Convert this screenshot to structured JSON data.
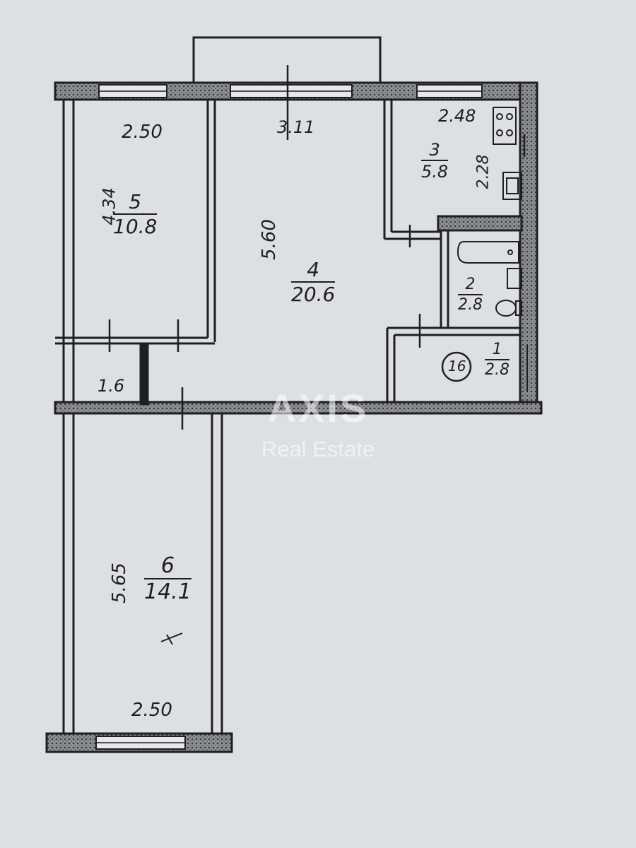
{
  "watermark": {
    "title": "AXIS",
    "subtitle": "Real Estate"
  },
  "rooms": {
    "room1": {
      "number": "1",
      "area": "2.8"
    },
    "room2": {
      "number": "2",
      "area": "2.8"
    },
    "room3": {
      "number": "3",
      "area": "5.8"
    },
    "room4": {
      "number": "4",
      "area": "20.6"
    },
    "room5": {
      "number": "5",
      "area": "10.8"
    },
    "room6": {
      "number": "6",
      "area": "14.1"
    }
  },
  "dimensions": {
    "room5_top_width": "2.50",
    "room5_length": "4.34",
    "room4_length": "5.60",
    "room4_top": "3.11",
    "room3_top": "2.48",
    "room3_side": "2.28",
    "corridor_width": "1.6",
    "room6_length": "5.65",
    "room6_bottom_width": "2.50"
  },
  "marker": {
    "label": "16"
  },
  "colors": {
    "paper": "#dcdfe4",
    "ink": "#1d1f24"
  }
}
